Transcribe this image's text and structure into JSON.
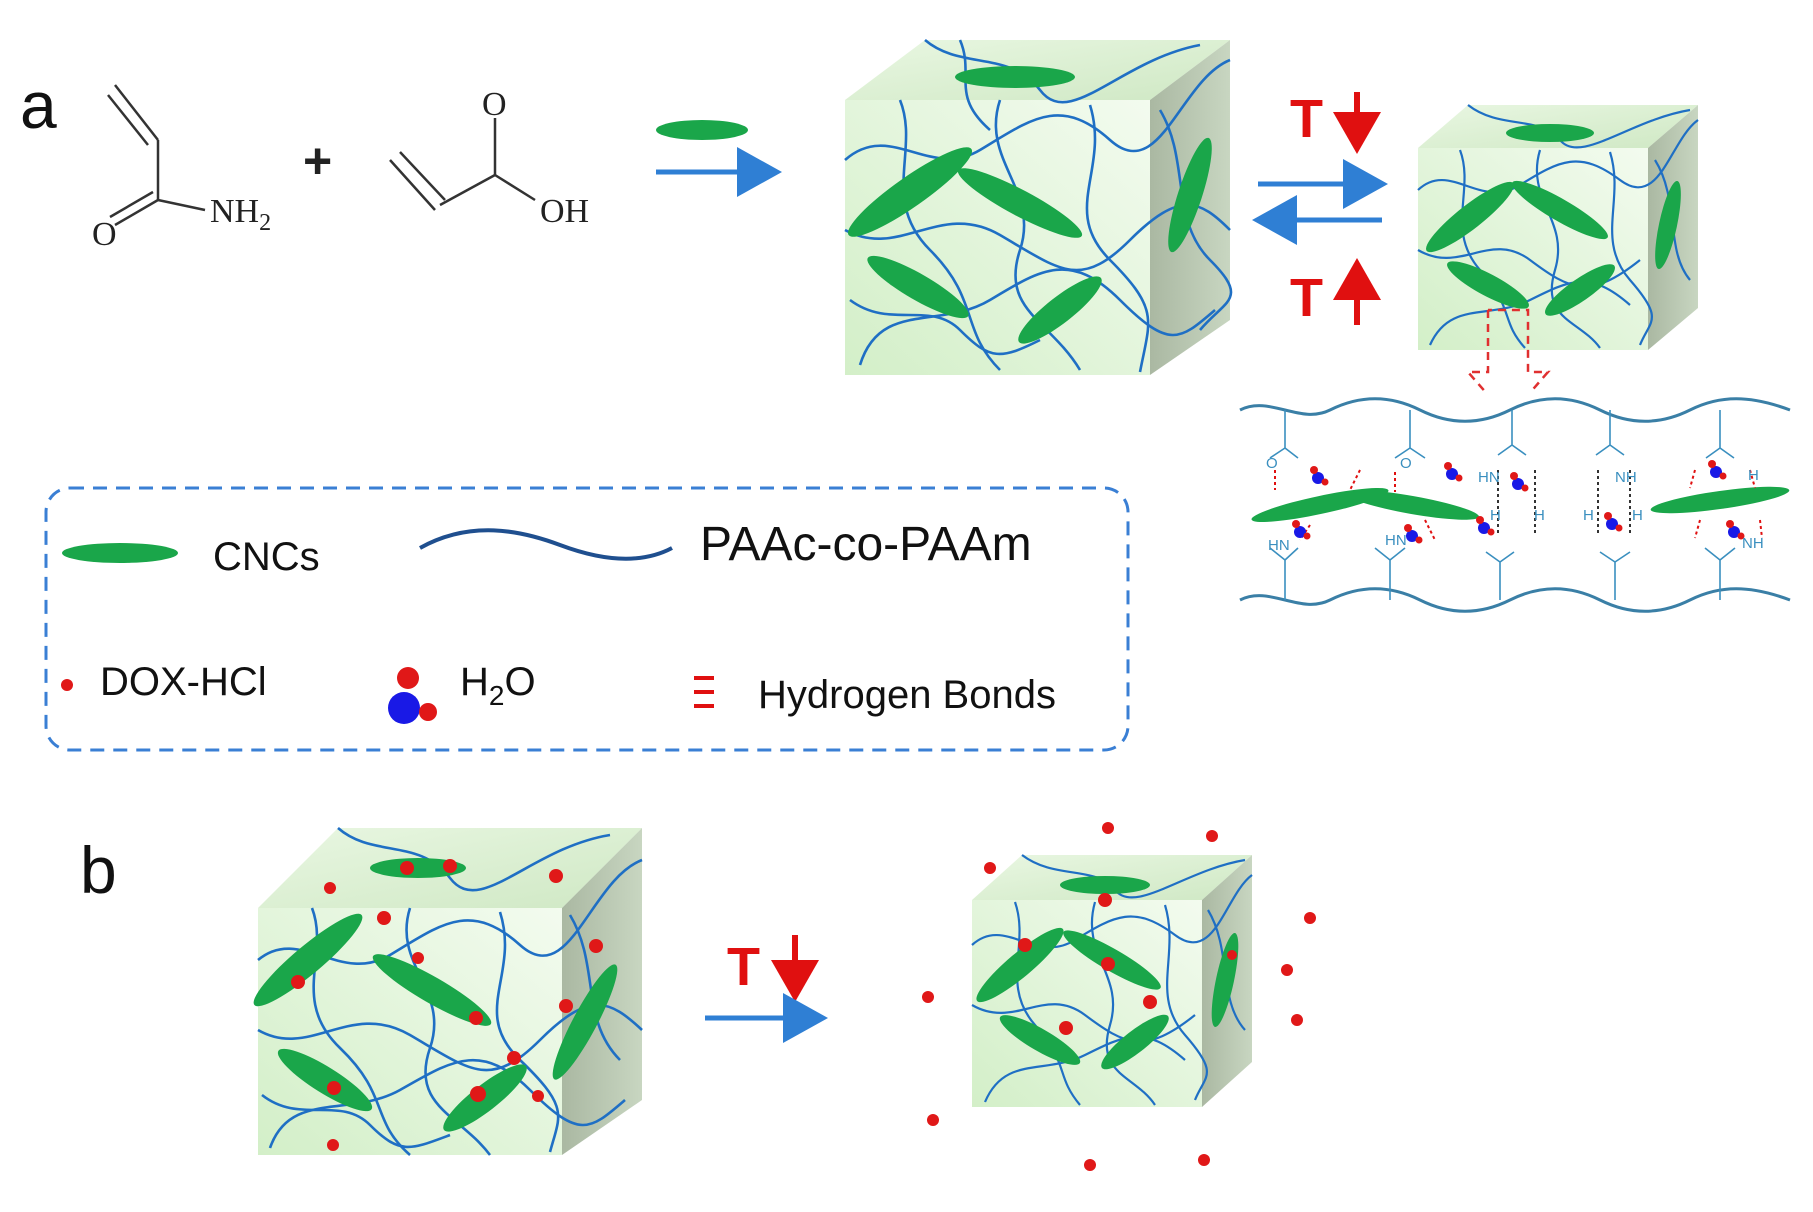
{
  "panels": {
    "a": "a",
    "b": "b"
  },
  "monomers": {
    "acrylamide": {
      "o": "O",
      "nh2": "NH",
      "nh2_sub": "2"
    },
    "plus": "+",
    "acrylic_acid": {
      "o": "O",
      "oh": "OH"
    }
  },
  "temperature": {
    "down_label": "T",
    "up_label": "T",
    "b_label": "T"
  },
  "legend": {
    "cncs": "CNCs",
    "polymer": "PAAc-co-PAAm",
    "drug": "DOX-HCl",
    "water": "H",
    "water_sub": "2",
    "water_o": "O",
    "hbonds": "Hydrogen Bonds"
  },
  "detail_labels": {
    "hn": "HN",
    "nh": "NH",
    "h": "H",
    "o": "O"
  },
  "colors": {
    "cnc_green": "#1aa64a",
    "polymer_blue": "#1f6fc4",
    "arrow_blue": "#2f7fd4",
    "temp_red": "#e01010",
    "drug_red": "#e01818",
    "water_blue": "#1919e6",
    "legend_border": "#3a7fd4",
    "cube_front": "#dff2d6",
    "cube_side": "#b9c9b2"
  }
}
